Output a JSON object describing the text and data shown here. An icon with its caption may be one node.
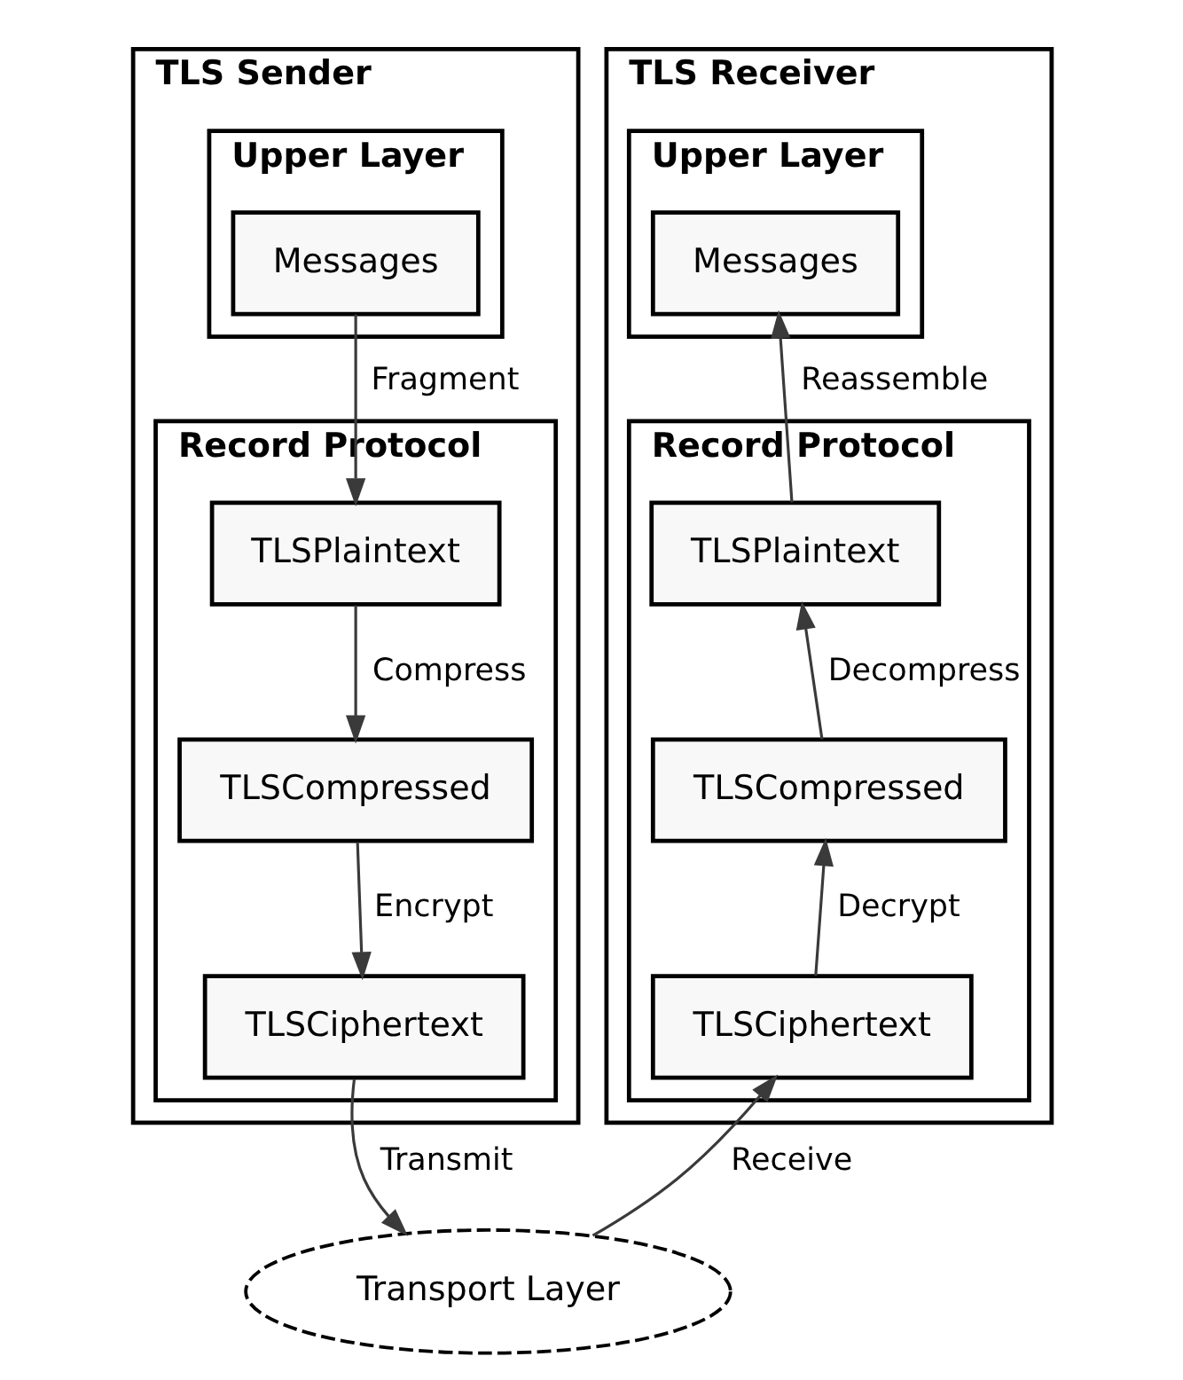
{
  "diagram": {
    "nodes": [
      {
        "text": [
          "TLS Sender"
        ]
      },
      {
        "text": [
          "Upper Layer"
        ],
        "in": 0
      },
      {
        "text": [
          "Messages"
        ],
        "in": 1
      },
      {
        "text": [
          "Record Protocol"
        ],
        "in": 0
      },
      {
        "text": [
          "TLSPlaintext"
        ],
        "in": 3
      },
      {
        "text": [
          "TLSCompressed"
        ],
        "in": 3
      },
      {
        "text": [
          "TLSCiphertext"
        ],
        "in": 3
      },
      {
        "text": [
          "TLS Receiver"
        ]
      },
      {
        "text": [
          "Upper Layer"
        ],
        "in": 7
      },
      {
        "text": [
          "Messages"
        ],
        "in": 8
      },
      {
        "text": [
          "Record Protocol"
        ],
        "in": 7
      },
      {
        "text": [
          "TLSPlaintext"
        ],
        "in": 10
      },
      {
        "text": [
          "TLSCompressed"
        ],
        "in": 10
      },
      {
        "text": [
          "TLSCiphertext"
        ],
        "in": 10
      },
      {
        "text": [
          "Transport Layer"
        ]
      }
    ],
    "edges": [
      {
        "from": 2,
        "to": 4,
        "arrow": "to",
        "label": "Fragment"
      },
      {
        "from": 4,
        "to": 5,
        "arrow": "to",
        "label": "Compress"
      },
      {
        "from": 5,
        "to": 6,
        "arrow": "to",
        "label": "Encrypt"
      },
      {
        "from": 6,
        "to": 14,
        "arrow": "to",
        "label": "Transmit"
      },
      {
        "from": 14,
        "to": 13,
        "arrow": "to",
        "label": "Receive"
      },
      {
        "from": 13,
        "to": 12,
        "arrow": "to",
        "label": "Decrypt"
      },
      {
        "from": 12,
        "to": 11,
        "arrow": "to",
        "label": "Decompress"
      },
      {
        "from": 11,
        "to": 9,
        "arrow": "to",
        "label": "Reassemble"
      }
    ]
  }
}
